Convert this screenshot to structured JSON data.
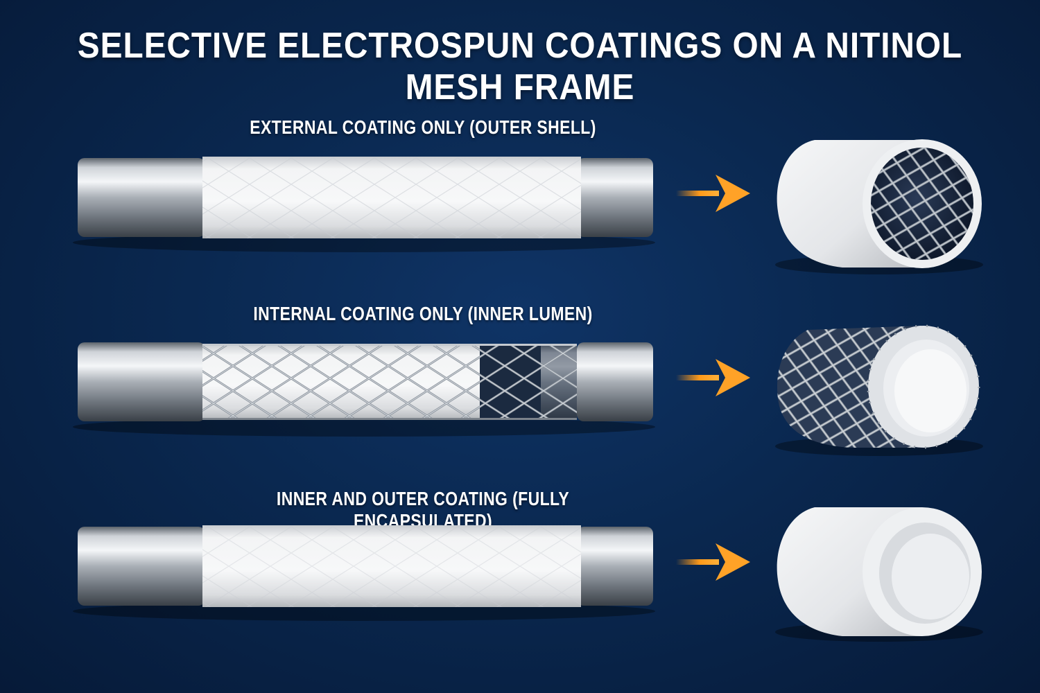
{
  "title": "SELECTIVE ELECTROSPUN COATINGS ON A NITINOL MESH FRAME",
  "rows": [
    {
      "label": "EXTERNAL COATING ONLY (OUTER SHELL)",
      "variant": "external"
    },
    {
      "label": "INTERNAL COATING ONLY (INNER LUMEN)",
      "variant": "internal"
    },
    {
      "label": "INNER AND OUTER COATING (FULLY ENCAPSULATED)",
      "variant": "full"
    }
  ],
  "colors": {
    "background": "#0a2850",
    "arrow": "#ff9a1a",
    "coating": "#f2f4f6",
    "mesh": "#9aa3ad",
    "mandrel": "#b8bcc2"
  },
  "icons": [
    "steel-mandrel",
    "nitinol-mesh",
    "electrospun-coating",
    "arrow-right-icon"
  ]
}
